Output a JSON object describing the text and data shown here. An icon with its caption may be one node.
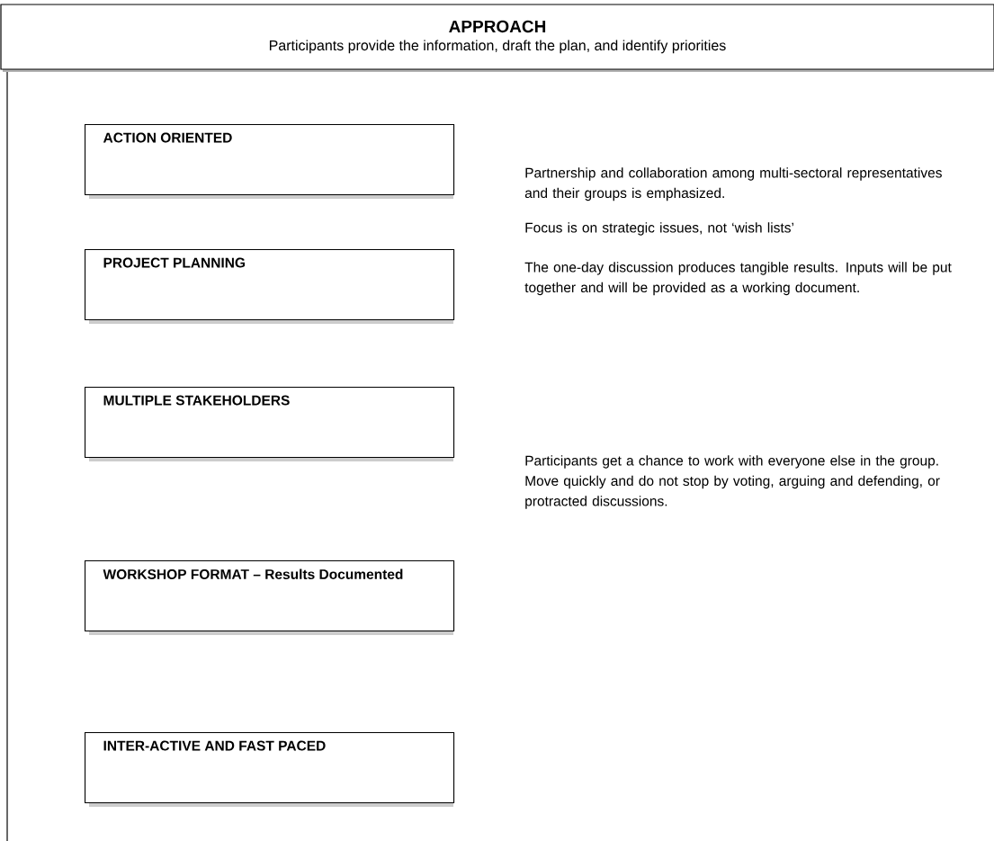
{
  "diagram": {
    "nodes": [
      {
        "text": [
          "APPROACH",
          "Participants provide the information, draft the plan, and identify priorities"
        ]
      },
      {
        "text": [
          "ACTION ORIENTED"
        ]
      },
      {
        "text": [
          "PROJECT PLANNING"
        ]
      },
      {
        "text": [
          "MULTIPLE STAKEHOLDERS"
        ]
      },
      {
        "text": [
          "WORKSHOP FORMAT – Results Documented"
        ]
      },
      {
        "text": [
          "INTER-ACTIVE AND FAST PACED"
        ]
      }
    ],
    "labels": [
      "Partnership and collaboration among multi-sectoral representatives and their groups is emphasized.",
      "Focus is on strategic issues, not ‘wish lists’",
      "The one-day discussion produces tangible results. Inputs will be put together and will be provided as a working document.",
      "Participants get a chance to work with everyone else in the group. Move quickly and do not stop by voting, arguing and defending, or protracted discussions."
    ]
  }
}
